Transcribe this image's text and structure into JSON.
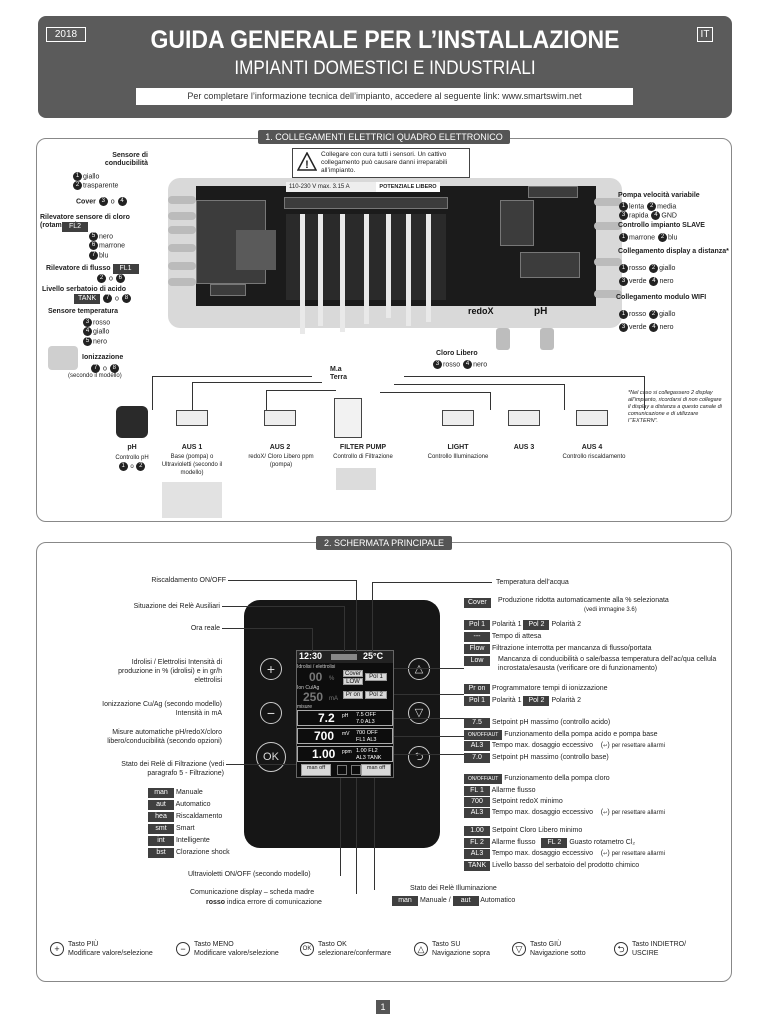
{
  "header": {
    "year": "2018",
    "lang": "IT",
    "title": "GUIDA GENERALE PER L’INSTALLAZIONE",
    "subtitle": "IMPIANTI DOMESTICI E INDUSTRIALI",
    "info": "Per completare l’informazione tecnica dell’impianto, accedere al seguente link: www.smartswim.net"
  },
  "section1": {
    "tab": "1. COLLEGAMENTI ELETTRICI QUADRO ELETTRONICO",
    "warning": "Collegare con cura tutti i sensori. Un cattivo collegamento può causare danni irreparabili all’impianto.",
    "voltage": "110-230 V",
    "max_current": "max. 3.15 A",
    "max_power_tag": "POTENZIALE LIBERO",
    "left_labels": {
      "conductivity": "Sensore di conducibilità",
      "conductivity_c1": "giallo",
      "conductivity_c2": "trasparente",
      "cover": "Cover",
      "chlorine_sensor": "Rilevatore sensore di cloro (rotametro)",
      "chlorine_tag": "FL2",
      "chlorine_c1": "nero",
      "chlorine_c2": "marrone",
      "chlorine_c3": "blu",
      "flow": "Rilevatore di flusso",
      "flow_tag": "FL1",
      "acid": "Livello serbatoio di acido",
      "acid_tag": "TANK",
      "temp": "Sensore temperatura",
      "temp_c1": "rosso",
      "temp_c2": "giallo",
      "temp_c3": "nero",
      "ion": "Ionizzazione",
      "ion_note": "(secondo il modello)"
    },
    "right_labels": {
      "pump_speed": "Pompa velocità variabile",
      "pump_c1": "lenta",
      "pump_c2": "media",
      "pump_c3": "rapida",
      "pump_c4": "GND",
      "slave": "Controllo impianto SLAVE",
      "slave_c1": "marrone",
      "slave_c2": "blu",
      "remote": "Collegamento display a distanza*",
      "remote_c1": "rosso",
      "remote_c2": "giallo",
      "remote_c3": "verde",
      "remote_c4": "nero",
      "wifi": "Collegamento modulo WIFI",
      "wifi_c1": "rosso",
      "wifi_c2": "giallo",
      "wifi_c3": "verde",
      "wifi_c4": "nero",
      "note": "*Nel caso si collegassero 2 display all’impianto, ricordarsi di non collegare il display a distanza a questo canale di comunicazione e di utilizzare l’“EXTERN”."
    },
    "probes": {
      "redox": "redoX",
      "ph": "pH"
    },
    "free_chlorine": "Cloro Libero",
    "free_chlorine_c1": "rosso",
    "free_chlorine_c2": "nero",
    "earth": "M.a Terra",
    "relays": [
      {
        "name": "pH",
        "desc": "Controllo pH"
      },
      {
        "name": "AUS 1",
        "desc": "Base (pompa) o Ultravioletti (secondo il modello)"
      },
      {
        "name": "AUS 2",
        "desc": "redoX/ Cloro Libero ppm (pompa)"
      },
      {
        "name": "FILTER PUMP",
        "desc": "Controllo di Filtrazione"
      },
      {
        "name": "LIGHT",
        "desc": "Controllo Illuminazione"
      },
      {
        "name": "AUS 3",
        "desc": ""
      },
      {
        "name": "AUS 4",
        "desc": "Controllo riscaldamento"
      }
    ]
  },
  "section2": {
    "tab": "2. SCHERMATA PRINCIPALE",
    "left_labels": [
      "Riscaldamento ON/OFF",
      "Situazione dei Relè Ausiliari",
      "Ora reale",
      "Idrolisi / Elettrolisi Intensità di produzione in % (idrolisi) e in gr/h elettrolisi",
      "Ionizzazione Cu/Ag (secondo modello) Intensità in mA",
      "Misure automatiche pH/redoX/cloro libero/conducibilità (secondo opzioni)",
      "Stato dei Relè di Filtrazione (vedi paragrafo 5 - Filtrazione)"
    ],
    "modes": [
      {
        "tag": "man",
        "text": "Manuale"
      },
      {
        "tag": "aut",
        "text": "Automatico"
      },
      {
        "tag": "hea",
        "text": "Riscaldamento"
      },
      {
        "tag": "smt",
        "text": "Smart"
      },
      {
        "tag": "int",
        "text": "Intelligente"
      },
      {
        "tag": "bst",
        "text": "Clorazione shock"
      }
    ],
    "bottom_labels": {
      "uv": "Ultravioletti ON/OFF (secondo modello)",
      "comm": "Comunicazione display – scheda madre",
      "comm_err_word": "rosso",
      "comm_err": "indica errore di comunicazione",
      "light_state": "Stato dei Relè Illuminazione",
      "light_man": "man",
      "light_man_text": "Manuale /",
      "light_aut": "aut",
      "light_aut_text": "Automatico"
    },
    "right_labels": {
      "water_temp": "Temperatura dell’acqua",
      "cover_tag": "Cover",
      "cover_text": "Produzione ridotta automaticamente alla % selezionata",
      "cover_note": "(vedi immagine 3.6)",
      "pol1_tag": "Pol 1",
      "pol1_text": "Polarità 1",
      "pol2_tag": "Pol 2",
      "pol2_text": "Polarità 2",
      "wait_tag": "---",
      "wait_text": "Tempo di attesa",
      "flow_tag": "Flow",
      "flow_text": "Filtrazione interrotta per mancanza di flusso/portata",
      "low_tag": "Low",
      "low_text": "Mancanza di conducibilità o sale/bassa temperatura dell’ac/qua cellula incrostata/esausta (verificare ore di funzionamento)",
      "pron_tag": "Pr on",
      "pron_text": "Programmatore tempi di ionizzazione",
      "ion_pol1_tag": "Pol 1",
      "ion_pol1_text": "Polarità 1",
      "ion_pol2_tag": "Pol 2",
      "ion_pol2_text": "Polarità 2",
      "ph_max_tag": "7.5",
      "ph_max_text": "Setpoint pH massimo (controllo acido)",
      "ph_acid_tag": "ON/OFF/AUT",
      "ph_acid_text": "Funzionamento della pompa acido e pompa base",
      "al3a_tag": "AL3",
      "al3a_text": "Tempo max. dosaggio eccessivo",
      "reset_note": "per resettare allarmi",
      "ph_min_tag": "7.0",
      "ph_min_text": "Setpoint pH massimo (controllo base)",
      "cl_pump_tag": "ON/OFF/AUT",
      "cl_pump_text": "Funzionamento della pompa cloro",
      "fl1_tag": "FL 1",
      "fl1_text": "Allarme flusso",
      "redox_tag": "700",
      "redox_text": "Setpoint redoX minimo",
      "al3b_tag": "AL3",
      "al3b_text": "Tempo max. dosaggio eccessivo",
      "clfree_tag": "1.00",
      "clfree_text": "Setpoint Cloro Libero minimo",
      "fl2a_tag": "FL 2",
      "fl2a_text": "Allarme flusso",
      "fl2b_tag": "FL 2",
      "fl2b_text": "Guasto rotametro Cl₂",
      "al3c_tag": "AL3",
      "al3c_text": "Tempo max. dosaggio eccessivo",
      "tank_tag": "TANK",
      "tank_text": "Livello basso del serbatoio del prodotto chimico"
    },
    "screen": {
      "time": "12:30",
      "temp": "25°C",
      "hydro_label": "Idrolisi / elettrolisi",
      "hydro_value": "00",
      "hydro_unit": "%",
      "cover": "Cover",
      "low": "LOW",
      "pol1": "Pol 1",
      "ion_label": "Ion Cu/Ag",
      "ion_value": "250",
      "ion_unit": "mA",
      "pron": "Pr on",
      "pol2": "Pol 2",
      "meas_label": "misure",
      "ph_value": "7.2",
      "ph_unit": "pH",
      "ph_r1": "7.5 OFF",
      "ph_r2": "7.0 AL3",
      "rx_value": "700",
      "rx_unit": "mV",
      "rx_r1": "700 OFF",
      "rx_r2": "FL1 AL3",
      "cl_value": "1.00",
      "cl_unit": "ppm",
      "cl_r1": "1.00 FL2",
      "cl_r2": "AL3 TANK",
      "tab_filt": "man off",
      "tab_light": "man off"
    },
    "buttons_device": {
      "plus": "+",
      "minus": "−",
      "ok": "OK",
      "up": "△",
      "down": "▽",
      "back": "⮌"
    }
  },
  "footer": {
    "keys": [
      {
        "icon": "+",
        "name": "Tasto PIÙ",
        "desc": "Modificare valore/selezione"
      },
      {
        "icon": "−",
        "name": "Tasto MENO",
        "desc": "Modificare valore/selezione"
      },
      {
        "icon": "OK",
        "name": "Tasto OK",
        "desc": "selezionare/confermare"
      },
      {
        "icon": "△",
        "name": "Tasto SU",
        "desc": "Navigazione sopra"
      },
      {
        "icon": "▽",
        "name": "Tasto GIÙ",
        "desc": "Navigazione sotto"
      },
      {
        "icon": "⮌",
        "name": "Tasto INDIETRO/",
        "desc": "USCIRE"
      }
    ],
    "page": "1"
  },
  "colors": {
    "header_bg": "#5b5b5b",
    "tag_bg": "#3f3f3f",
    "panel_bg": "#1b1b1b"
  }
}
